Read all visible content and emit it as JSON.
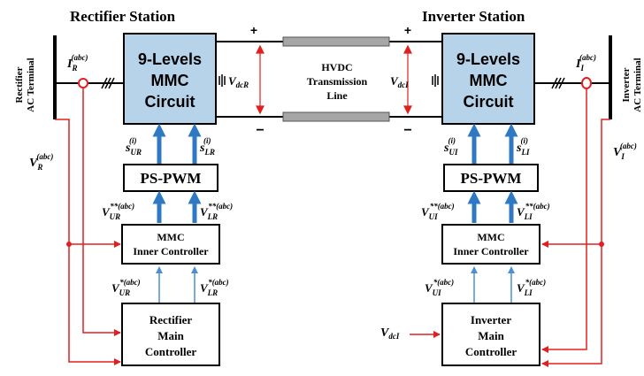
{
  "diagram": {
    "rectifier": {
      "station_title": "Rectifier Station",
      "terminal_label_1": "Rectifier",
      "terminal_label_2": "AC Terminal",
      "mmc_line1": "9-Levels",
      "mmc_line2": "MMC",
      "mmc_line3": "Circuit",
      "pwm_label": "PS-PWM",
      "inner_line1": "MMC",
      "inner_line2": "Inner Controller",
      "main_line1": "Rectifier",
      "main_line2": "Main",
      "main_line3": "Controller",
      "current": {
        "base": "I",
        "sub": "R",
        "sup": "(abc)"
      },
      "voltage": {
        "base": "V",
        "sub": "R",
        "sup": "(abc)"
      },
      "vdc": {
        "base": "V",
        "sub": "dcR"
      },
      "s_upper": {
        "base": "s",
        "sub": "UR",
        "sup": "(i)"
      },
      "s_lower": {
        "base": "s",
        "sub": "LR",
        "sup": "(i)"
      },
      "v2_upper": {
        "base": "V",
        "sub": "UR",
        "sup": "**(abc)"
      },
      "v2_lower": {
        "base": "V",
        "sub": "LR",
        "sup": "**(abc)"
      },
      "v1_upper": {
        "base": "V",
        "sub": "UR",
        "sup": "*(abc)"
      },
      "v1_lower": {
        "base": "V",
        "sub": "LR",
        "sup": "*(abc)"
      }
    },
    "inverter": {
      "station_title": "Inverter  Station",
      "terminal_label_1": "Inverter",
      "terminal_label_2": "AC Terminal",
      "mmc_line1": "9-Levels",
      "mmc_line2": "MMC",
      "mmc_line3": "Circuit",
      "pwm_label": "PS-PWM",
      "inner_line1": "MMC",
      "inner_line2": "Inner Controller",
      "main_line1": "Inverter",
      "main_line2": "Main",
      "main_line3": "Controller",
      "current": {
        "base": "I",
        "sub": "I",
        "sup": "(abc)"
      },
      "voltage": {
        "base": "V",
        "sub": "I",
        "sup": "(abc)"
      },
      "vdc": {
        "base": "V",
        "sub": "dcI"
      },
      "vdc_input": {
        "base": "V",
        "sub": "dcI"
      },
      "s_upper": {
        "base": "s",
        "sub": "UI",
        "sup": "(i)"
      },
      "s_lower": {
        "base": "s",
        "sub": "LI",
        "sup": "(i)"
      },
      "v2_upper": {
        "base": "V",
        "sub": "UI",
        "sup": "**(abc)"
      },
      "v2_lower": {
        "base": "V",
        "sub": "LI",
        "sup": "**(abc)"
      },
      "v1_upper": {
        "base": "V",
        "sub": "UI",
        "sup": "*(abc)"
      },
      "v1_lower": {
        "base": "V",
        "sub": "LI",
        "sup": "*(abc)"
      }
    },
    "line": {
      "label1": "HVDC",
      "label2": "Transmission",
      "label3": "Line",
      "plus": "+",
      "minus": "−"
    },
    "colors": {
      "mmc_fill": "#b7d3ea",
      "cable_fill": "#a6a6a6",
      "thick_arrow": "#2f78c4",
      "thin_arrow": "#4a8fd8",
      "feedback": "#e02020",
      "pole_arrow": "#e02020"
    }
  }
}
